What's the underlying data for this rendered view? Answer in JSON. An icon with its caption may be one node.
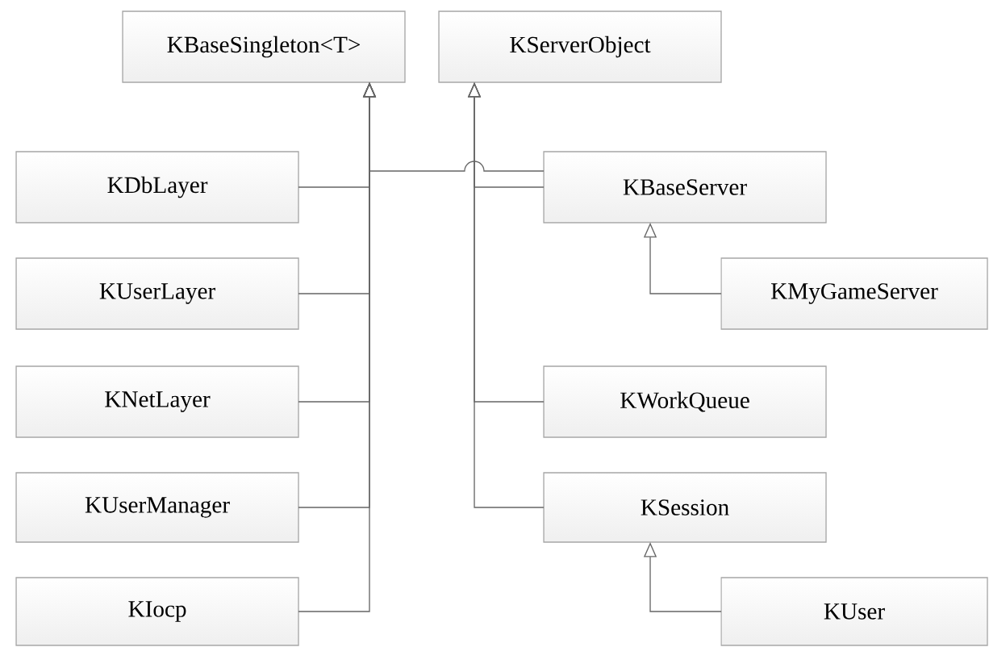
{
  "diagram": {
    "nodes": [
      {
        "text": [
          "KBaseSingleton<T>"
        ]
      },
      {
        "text": [
          "KServerObject"
        ]
      },
      {
        "text": [
          "KDbLayer"
        ]
      },
      {
        "text": [
          "KBaseServer"
        ]
      },
      {
        "text": [
          "KUserLayer"
        ]
      },
      {
        "text": [
          "KMyGameServer"
        ]
      },
      {
        "text": [
          "KNetLayer"
        ]
      },
      {
        "text": [
          "KWorkQueue"
        ]
      },
      {
        "text": [
          "KUserManager"
        ]
      },
      {
        "text": [
          "KSession"
        ]
      },
      {
        "text": [
          "KIocp"
        ]
      },
      {
        "text": [
          "KUser"
        ]
      }
    ],
    "edges": [
      {
        "from": 2,
        "to": 0,
        "arrow": "to"
      },
      {
        "from": 3,
        "to": 0,
        "arrow": "to"
      },
      {
        "from": 3,
        "to": 1,
        "arrow": "to"
      },
      {
        "from": 4,
        "to": 0,
        "arrow": "to"
      },
      {
        "from": 5,
        "to": 3,
        "arrow": "to"
      },
      {
        "from": 6,
        "to": 0,
        "arrow": "to"
      },
      {
        "from": 7,
        "to": 1,
        "arrow": "to"
      },
      {
        "from": 8,
        "to": 0,
        "arrow": "to"
      },
      {
        "from": 9,
        "to": 1,
        "arrow": "to"
      },
      {
        "from": 10,
        "to": 0,
        "arrow": "to"
      },
      {
        "from": 11,
        "to": 9,
        "arrow": "to"
      }
    ]
  }
}
